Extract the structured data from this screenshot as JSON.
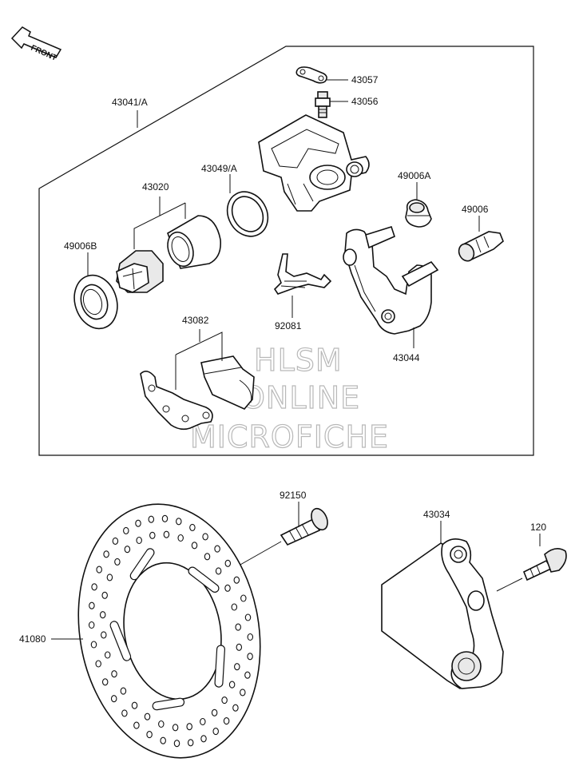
{
  "front_label": "FRONT",
  "watermark": [
    "HLSM",
    "ONLINE",
    "MICROFICHE"
  ],
  "labels": {
    "p43057": "43057",
    "p43056": "43056",
    "p43041A": "43041/A",
    "p43049A": "43049/A",
    "p43020": "43020",
    "p49006A": "49006A",
    "p49006": "49006",
    "p49006B": "49006B",
    "p92081": "92081",
    "p43044": "43044",
    "p43082": "43082",
    "p92150": "92150",
    "p43034": "43034",
    "p120": "120",
    "p41080": "41080"
  }
}
